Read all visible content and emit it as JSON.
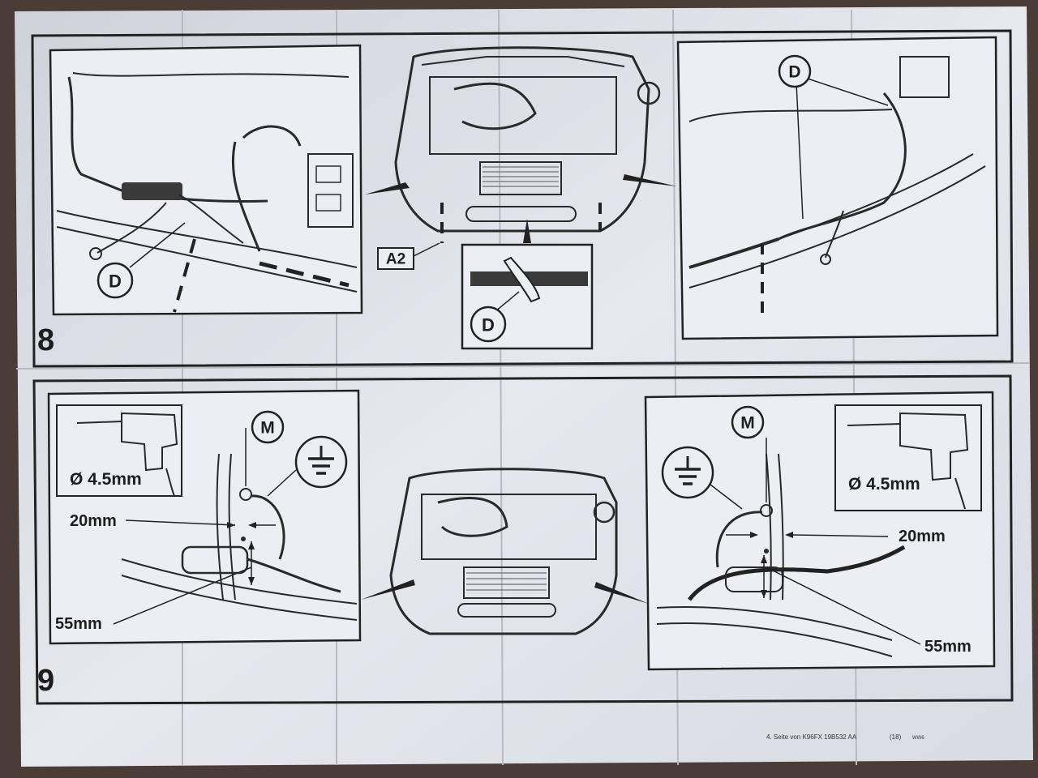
{
  "panels": {
    "step8": {
      "number": "8",
      "callout_left": "D",
      "callout_center": "D",
      "callout_right": "D",
      "harness_tag": "A2"
    },
    "step9": {
      "number": "9",
      "left": {
        "bolt_callout": "M",
        "drill_size": "Ø 4.5mm",
        "offset_horizontal": "20mm",
        "offset_vertical": "55mm"
      },
      "right": {
        "bolt_callout": "M",
        "drill_size": "Ø 4.5mm",
        "offset_horizontal": "20mm",
        "offset_vertical": "55mm"
      }
    }
  },
  "footer": {
    "page_ref": "4. Seite von K96FX 19B532 AA",
    "page_num": "(18)",
    "code": "WW6"
  },
  "colors": {
    "paper": "#e4e6ec",
    "ink": "#2a2a2a",
    "background": "#4a3c36"
  }
}
